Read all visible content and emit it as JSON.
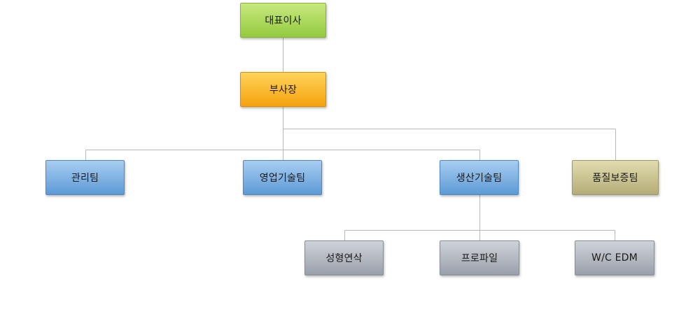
{
  "org_chart": {
    "ceo": {
      "label": "대표이사"
    },
    "vice_president": {
      "label": "부사장"
    },
    "teams": [
      {
        "label": "관리팀"
      },
      {
        "label": "영업기술팀"
      },
      {
        "label": "생산기술팀"
      },
      {
        "label": "품질보증팀"
      }
    ],
    "sub_units": [
      {
        "label": "성형연삭"
      },
      {
        "label": "프로파일"
      },
      {
        "label": "W/C EDM"
      }
    ]
  },
  "colors": {
    "ceo": "#94c93f",
    "vice_president": "#f5a20e",
    "team_blue": "#5d9ad6",
    "team_khaki": "#b5ad78",
    "sub_unit_gray": "#9aa0aa",
    "connector": "#b8b8b8"
  }
}
